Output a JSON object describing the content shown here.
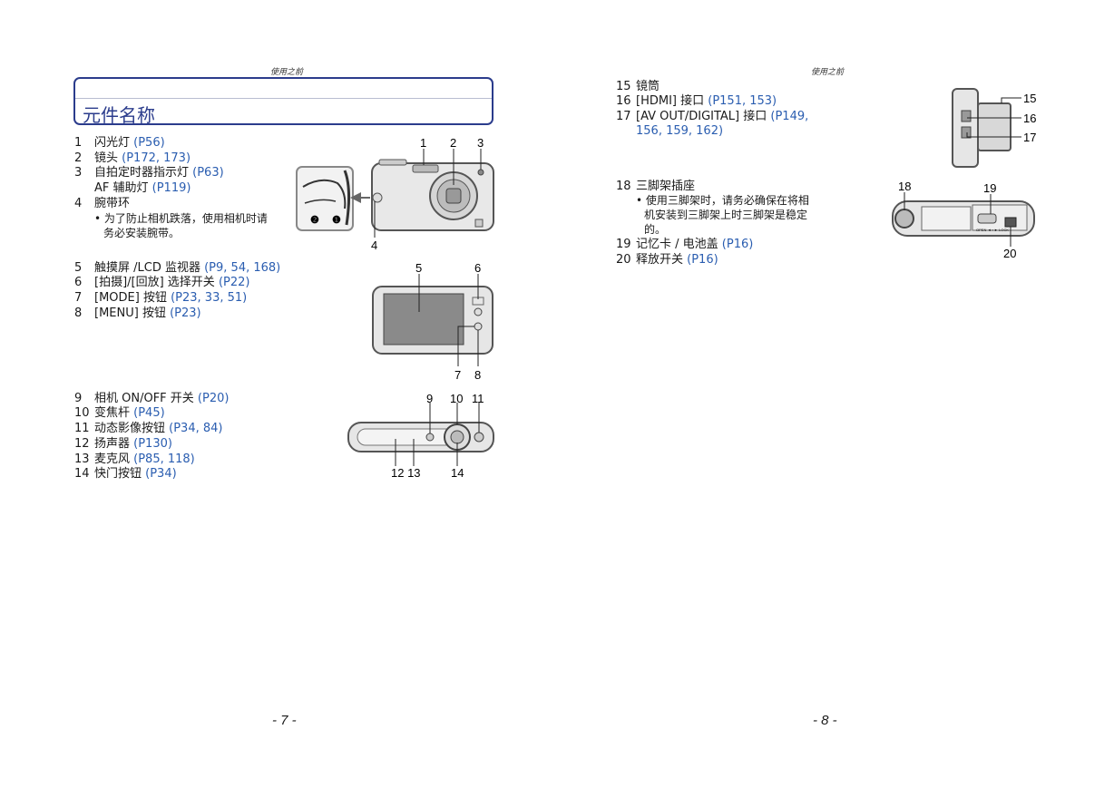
{
  "left_page": {
    "header": "使用之前",
    "title": "元件名称",
    "page_number": "- 7 -",
    "group1": [
      {
        "num": "1",
        "text": "闪光灯 ",
        "ref": "(P56)"
      },
      {
        "num": "2",
        "text": "镜头 ",
        "ref": "(P172, 173)"
      },
      {
        "num": "3",
        "text": "自拍定时器指示灯 ",
        "ref": "(P63)"
      },
      {
        "num": "",
        "text": "AF 辅助灯 ",
        "ref": "(P119)"
      },
      {
        "num": "4",
        "text": "腕带环",
        "ref": ""
      }
    ],
    "group1_note": [
      "• 为了防止相机跌落，使用相机时请",
      "务必安装腕带。"
    ],
    "group2": [
      {
        "num": "5",
        "text": "触摸屏 /LCD 监视器 ",
        "ref": "(P9, 54, 168)"
      },
      {
        "num": "6",
        "text": "[拍摄]/[回放] 选择开关 ",
        "ref": "(P22)"
      },
      {
        "num": "7",
        "text": "[MODE] 按钮 ",
        "ref": "(P23, 33, 51)"
      },
      {
        "num": "8",
        "text": "[MENU] 按钮 ",
        "ref": "(P23)"
      }
    ],
    "group3": [
      {
        "num": "9",
        "text": "相机 ON/OFF 开关 ",
        "ref": "(P20)"
      },
      {
        "num": "10",
        "text": "变焦杆 ",
        "ref": "(P45)"
      },
      {
        "num": "11",
        "text": "动态影像按钮 ",
        "ref": "(P34, 84)"
      },
      {
        "num": "12",
        "text": "扬声器 ",
        "ref": "(P130)"
      },
      {
        "num": "13",
        "text": "麦克风 ",
        "ref": "(P85, 118)"
      },
      {
        "num": "14",
        "text": "快门按钮 ",
        "ref": "(P34)"
      }
    ],
    "callouts_front": [
      "1",
      "2",
      "3",
      "4"
    ],
    "strap_markers": [
      "❷",
      "❶"
    ],
    "callouts_back": [
      "5",
      "6",
      "7",
      "8"
    ],
    "callouts_top": [
      "9",
      "10",
      "11",
      "12 13",
      "14"
    ]
  },
  "right_page": {
    "header": "使用之前",
    "page_number": "- 8 -",
    "group1": [
      {
        "num": "15",
        "text": "镜筒",
        "ref": ""
      },
      {
        "num": "16",
        "text": "[HDMI] 接口 ",
        "ref": "(P151, 153)"
      },
      {
        "num": "17",
        "text": "[AV OUT/DIGITAL] 接口 ",
        "ref": "(P149,"
      },
      {
        "num": "",
        "text": "",
        "ref": "156, 159, 162)"
      }
    ],
    "group2": [
      {
        "num": "18",
        "text": "三脚架插座",
        "ref": ""
      }
    ],
    "group2_note": [
      "• 使用三脚架时，请务必确保在将相",
      "机安装到三脚架上时三脚架是稳定",
      "的。"
    ],
    "group2b": [
      {
        "num": "19",
        "text": "记忆卡 / 电池盖 ",
        "ref": "(P16)"
      },
      {
        "num": "20",
        "text": "释放开关 ",
        "ref": "(P16)"
      }
    ],
    "callouts_side": [
      "15",
      "16",
      "17"
    ],
    "callouts_bottom": [
      "18",
      "19",
      "20"
    ],
    "lock_label": "OPEN ◄ ▪ ► LOCK"
  },
  "colors": {
    "title_blue": "#2b3c8c",
    "link_blue": "#2a5db0"
  }
}
